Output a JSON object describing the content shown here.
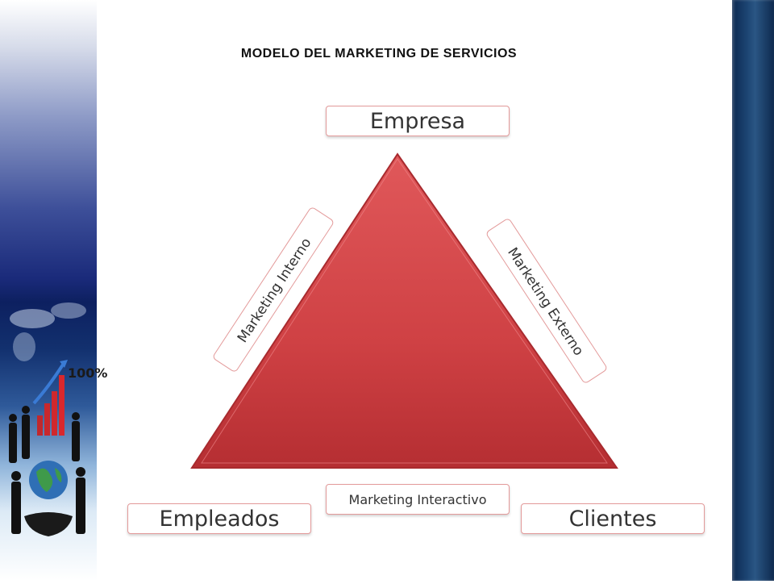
{
  "title": "MODELO DEL MARKETING DE SERVICIOS",
  "nodes": {
    "top": "Empresa",
    "left": "Empleados",
    "right": "Clientes"
  },
  "edges": {
    "left": "Marketing Interno",
    "right": "Marketing Externo",
    "bottom": "Marketing Interactivo"
  },
  "decoration": {
    "growth_label": "100%"
  },
  "colors": {
    "triangle": "#d2474a",
    "box_border": "#e39a9a",
    "side_bar": "#1c4472"
  }
}
